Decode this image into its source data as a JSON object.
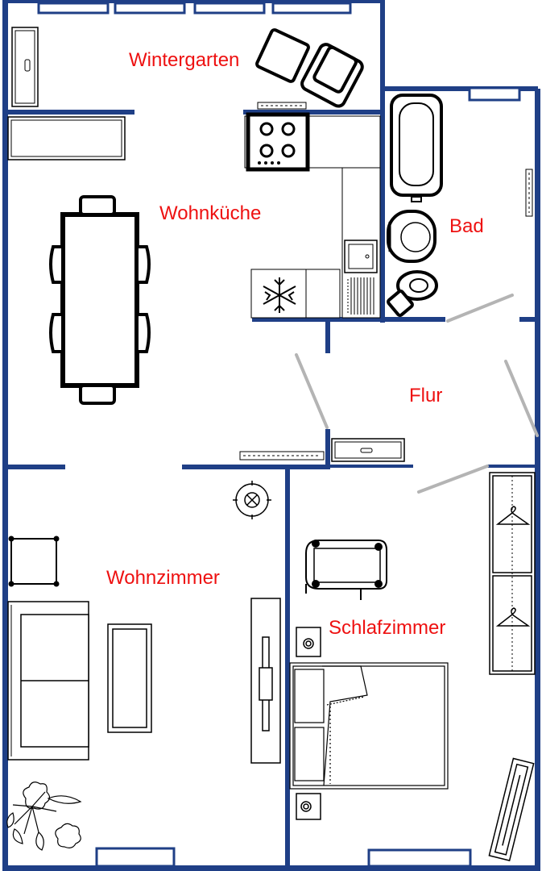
{
  "colors": {
    "wall": "#1f3f86",
    "label": "#ee1111",
    "furniture": "#000000",
    "door": "#b4b4b4"
  },
  "rooms": {
    "wintergarten": "Wintergarten",
    "wohnkueche": "Wohnküche",
    "bad": "Bad",
    "flur": "Flur",
    "wohnzimmer": "Wohnzimmer",
    "schlafzimmer": "Schlafzimmer"
  },
  "icons": [
    "armchair-icon",
    "sofa-icon",
    "dining-table-icon",
    "chair-icon",
    "stove-icon",
    "sink-icon",
    "freezer-icon",
    "bathtub-icon",
    "washbasin-icon",
    "toilet-icon",
    "radiator-icon",
    "wardrobe-icon",
    "clothes-hanger-icon",
    "bed-icon",
    "nightstand-icon",
    "crib-icon",
    "tv-board-icon",
    "plant-icon",
    "ceiling-lamp-icon",
    "window-icon",
    "door-icon"
  ]
}
